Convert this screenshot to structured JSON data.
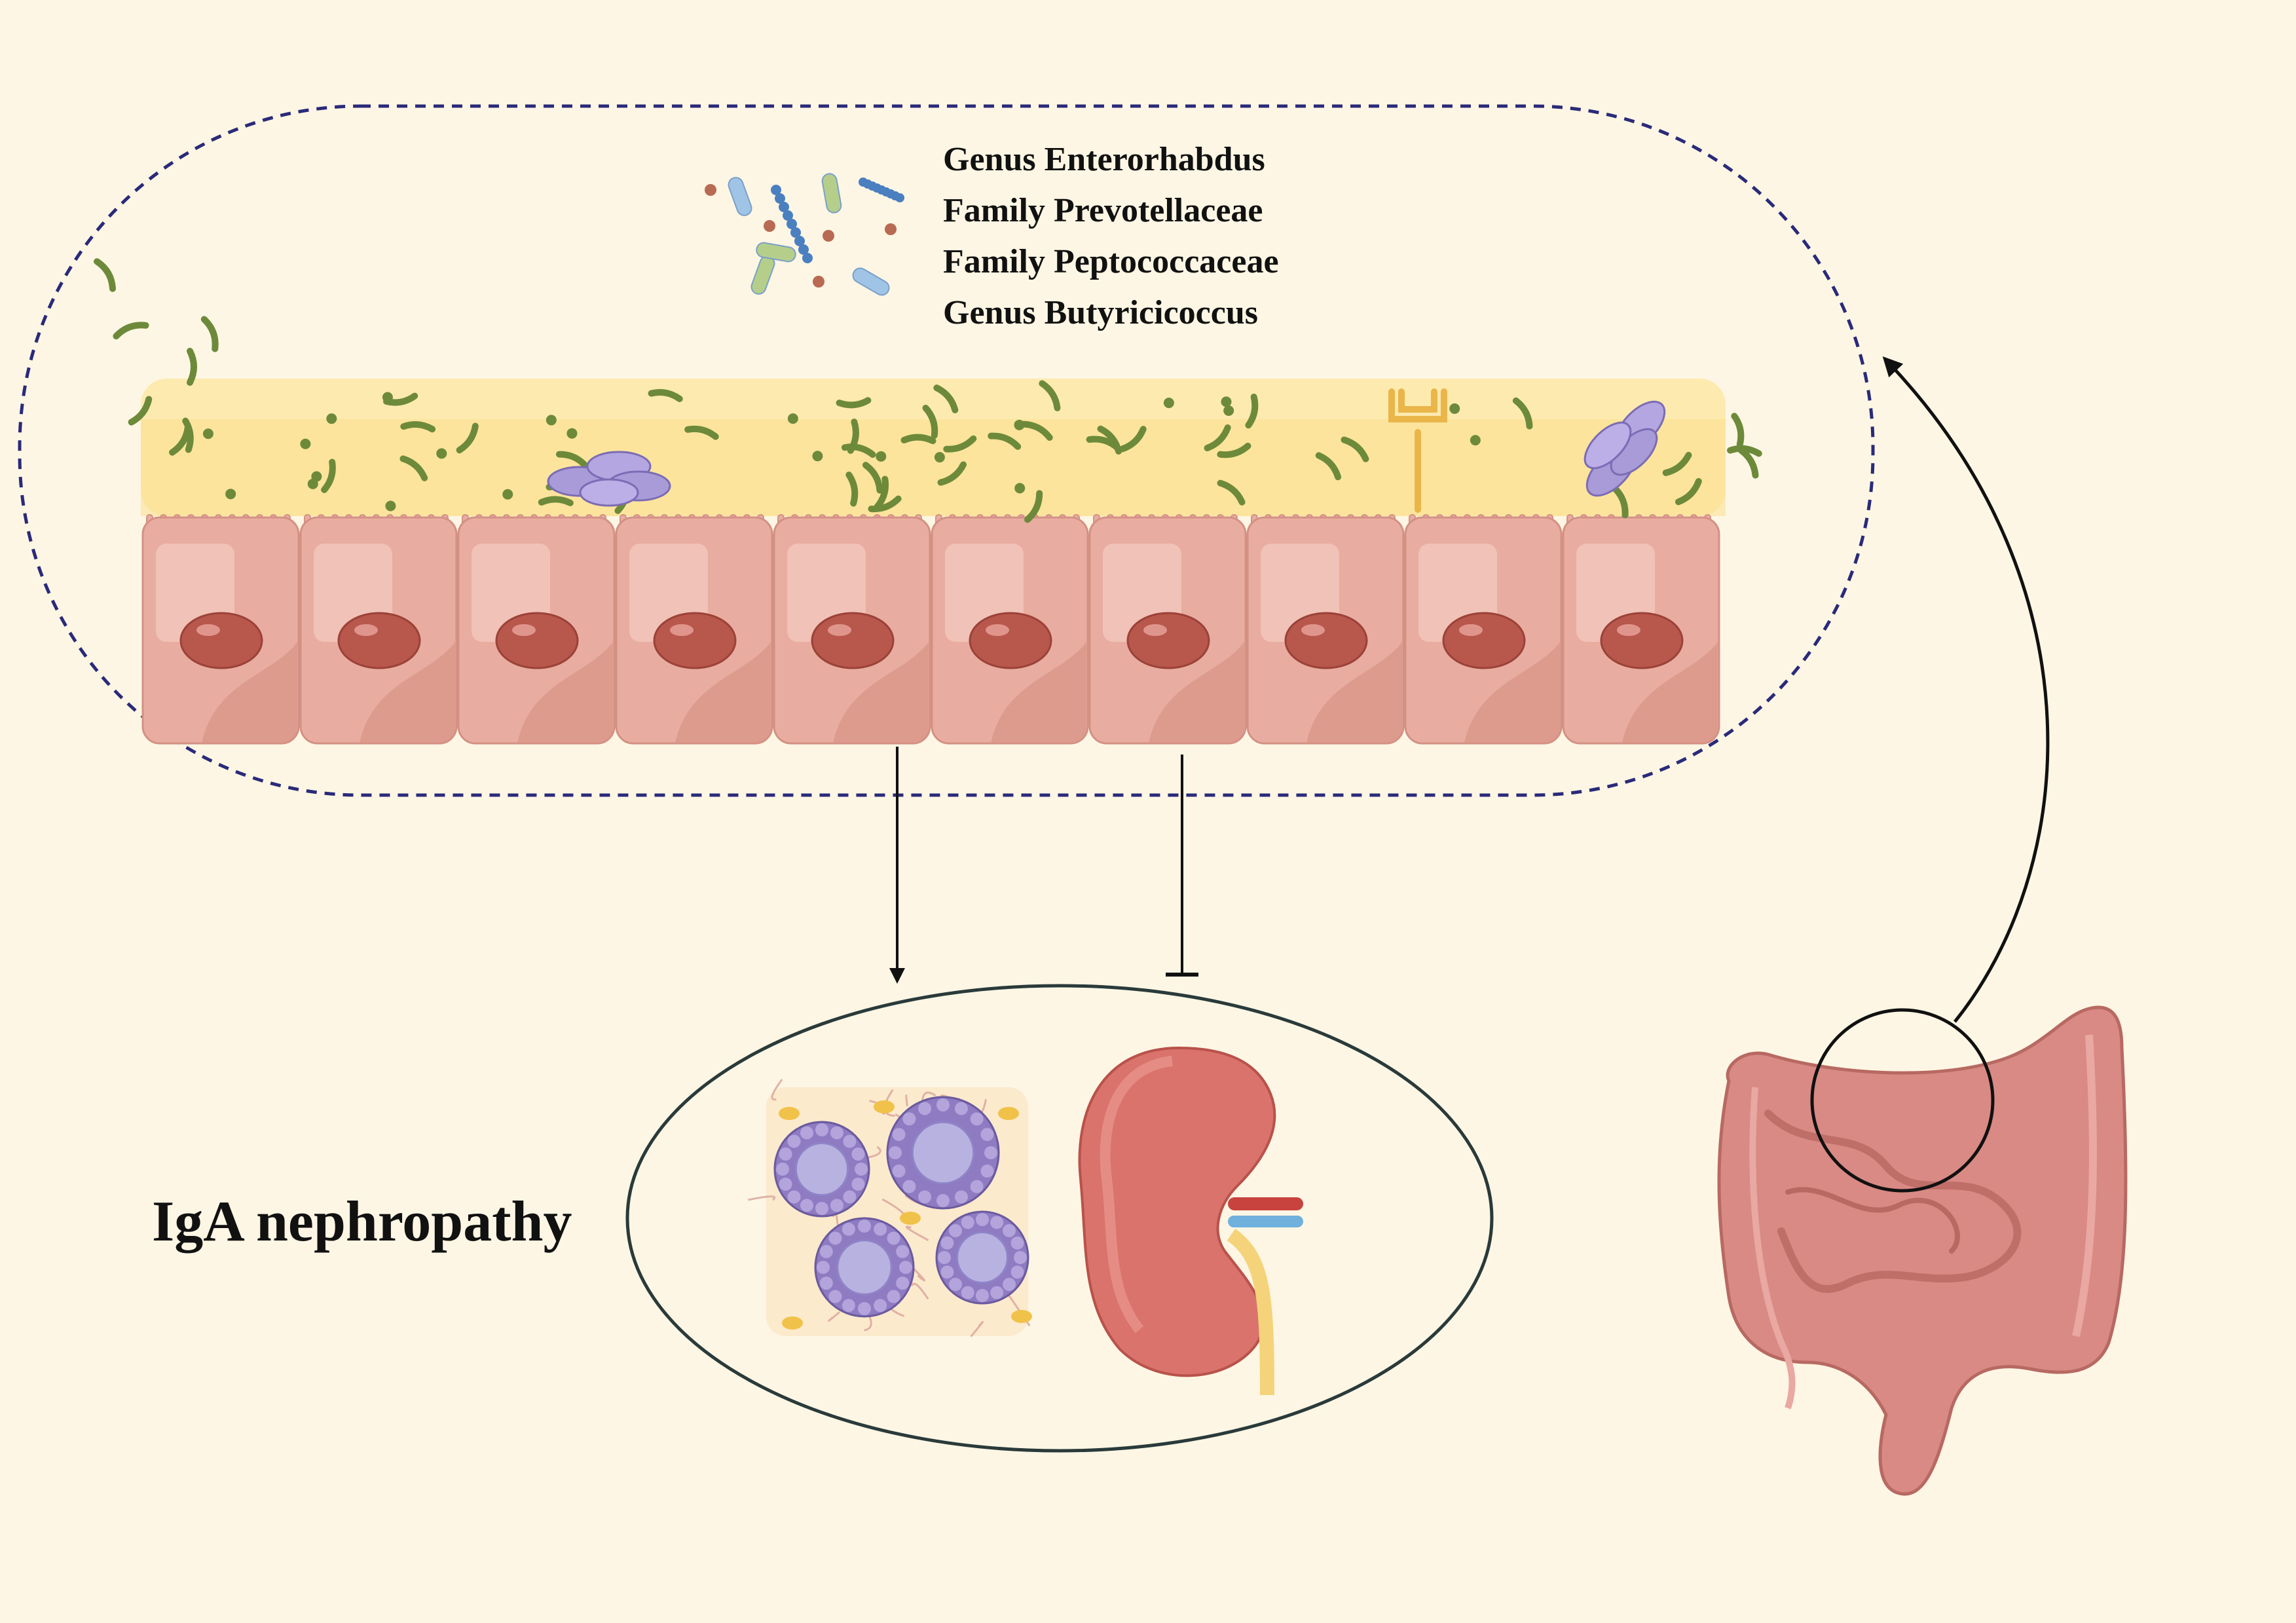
{
  "microbiota": {
    "taxa": [
      "Genus Enterorhabdus",
      "Family Prevotellaceae",
      "Family Peptococcaceae",
      "Genus Butyricicoccus"
    ]
  },
  "disease": {
    "label": "IgA nephropathy"
  },
  "relations": [
    {
      "from": "intestinal-epithelium",
      "to": "IgA nephropathy",
      "type": "promotes"
    },
    {
      "from": "intestinal-epithelium",
      "to": "IgA nephropathy",
      "type": "inhibits"
    },
    {
      "from": "intestine",
      "to": "intestinal-epithelium",
      "type": "zoom"
    }
  ],
  "colors": {
    "background": "#fdf6e4",
    "dashed_border": "#2a2a7a",
    "cell": "#e8ada0",
    "nucleus": "#b8574c",
    "mucus": "#fde9a8",
    "bacteria": "#6d8a3a",
    "kidney": "#d9736c",
    "intestine": "#d98a84"
  },
  "icons": [
    "epithelial-cell",
    "rod-bacterium",
    "coccus-bacterium",
    "antibody",
    "kidney",
    "glomerulus",
    "intestine"
  ]
}
